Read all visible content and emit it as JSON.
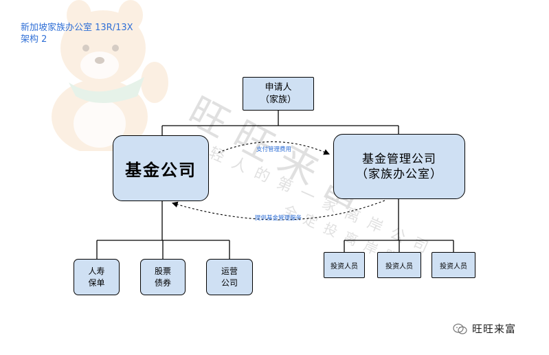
{
  "title": {
    "line1": "新加坡家族办公室 13R/13X",
    "line2": "架构 2"
  },
  "nodes": {
    "applicant": {
      "line1": "申请人",
      "line2": "（家族）"
    },
    "fund_company": {
      "label": "基金公司"
    },
    "management_company": {
      "line1": "基金管理公司",
      "line2": "（家族办公室）"
    },
    "insurance": {
      "line1": "人寿",
      "line2": "保单"
    },
    "stocks": {
      "line1": "股票",
      "line2": "债券"
    },
    "operating": {
      "line1": "运营",
      "line2": "公司"
    },
    "investors": [
      {
        "label": "投资人员"
      },
      {
        "label": "投资人员"
      },
      {
        "label": "投资人员"
      }
    ]
  },
  "edges": {
    "pay_fee": "支付管理费用",
    "provide_service": "提供基金管理服务"
  },
  "watermark": {
    "brand": "旺旺来富",
    "line1": "年轻人的第一家离岸公司",
    "line2": "全定投离岸账户"
  },
  "footer": {
    "brand": "旺旺来富"
  },
  "colors": {
    "box_fill": "#cfe0f3",
    "title_text": "#2f6fd6",
    "arrow_label": "#2f6fd6"
  }
}
